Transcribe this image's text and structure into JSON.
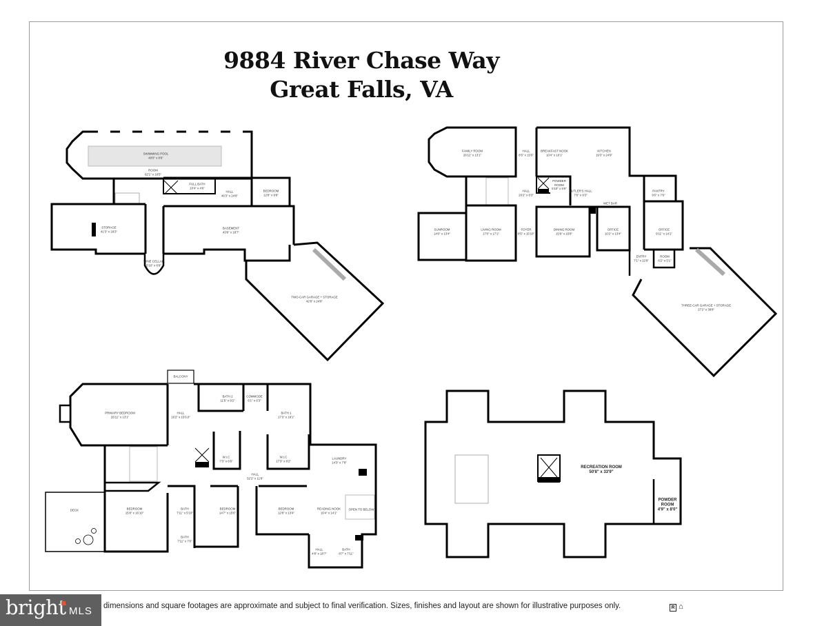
{
  "title": {
    "line1": "9884 River Chase Way",
    "line2": "Great Falls, VA"
  },
  "basement": [
    {
      "name": "SWIMMING POOL",
      "dims": "48'0\" x 8'6\""
    },
    {
      "name": "ROOM",
      "dims": "62'1\" x 16'5\""
    },
    {
      "name": "FULL BATH",
      "dims": "10'4\" x 4'6\""
    },
    {
      "name": "HALL",
      "dims": "46'3\" x 24'8\""
    },
    {
      "name": "BEDROOM",
      "dims": "12'8\" x 9'8\""
    },
    {
      "name": "STORAGE",
      "dims": "41'3\" x 18'3\""
    },
    {
      "name": "BASEMENT",
      "dims": "43'8\" x 18'7\""
    },
    {
      "name": "WINE CELLAR",
      "dims": "5'10\" x 6'9\""
    },
    {
      "name": "TWO-CAR GARAGE + STORAGE",
      "dims": "42'8\" x 24'8\""
    }
  ],
  "main": [
    {
      "name": "FAMILY ROOM",
      "dims": "26'11\" x 13'1\""
    },
    {
      "name": "HALL",
      "dims": "8'5\" x 15'5\""
    },
    {
      "name": "BREAKFAST NOOK",
      "dims": "10'4\" x 10'1\""
    },
    {
      "name": "KITCHEN",
      "dims": "19'3\" x 24'9\""
    },
    {
      "name": "POWDER ROOM",
      "dims": "5'10\" x 5'6\""
    },
    {
      "name": "HALL",
      "dims": "20'2\" x 8'3\""
    },
    {
      "name": "BUTLER'S HALL",
      "dims": "7'6\" x 9'3\""
    },
    {
      "name": "PANTRY",
      "dims": "9'0\" x 7'6\""
    },
    {
      "name": "WET BAR",
      "dims": ""
    },
    {
      "name": "SUNROOM",
      "dims": "14'0\" x 13'4\""
    },
    {
      "name": "LIVING ROOM",
      "dims": "17'0\" x 17'1\""
    },
    {
      "name": "FOYER",
      "dims": "8'5\" x 15'10\""
    },
    {
      "name": "DINING ROOM",
      "dims": "15'9\" x 15'8\""
    },
    {
      "name": "OFFICE",
      "dims": "10'2\" x 13'4\""
    },
    {
      "name": "OFFICE",
      "dims": "9'11\" x 14'1\""
    },
    {
      "name": "ENTRY",
      "dims": "7'1\" x 22'8\""
    },
    {
      "name": "ROOM",
      "dims": "6'2\" x 5'1\""
    },
    {
      "name": "THREE-CAR GARAGE + STORAGE",
      "dims": "27'2\" x 38'8\""
    }
  ],
  "upper": [
    {
      "name": "BALCONY",
      "dims": ""
    },
    {
      "name": "PRIMARY BEDROOM",
      "dims": "26'11\" x 13'1\""
    },
    {
      "name": "HALL",
      "dims": "16'2\" x 15'6.0\""
    },
    {
      "name": "BATH 2",
      "dims": "11'5\" x 9'2\""
    },
    {
      "name": "COMMODE",
      "dims": "6'1\" x 6'3\""
    },
    {
      "name": "BATH 1",
      "dims": "17'3\" x 18'1\""
    },
    {
      "name": "W.I.C",
      "dims": "7'3\" x 6'6\""
    },
    {
      "name": "W.I.C",
      "dims": "17'3\" x 8'2\""
    },
    {
      "name": "LAUNDRY",
      "dims": "14'3\" x 7'8\""
    },
    {
      "name": "HALL",
      "dims": "52'2\" x 11'8\""
    },
    {
      "name": "DECK",
      "dims": ""
    },
    {
      "name": "BEDROOM",
      "dims": "15'8\" x 16'10\""
    },
    {
      "name": "BATH",
      "dims": "7'11\" x 5'10\""
    },
    {
      "name": "BATH",
      "dims": "7'11\" x 7'0\""
    },
    {
      "name": "BEDROOM",
      "dims": "14'7\" x 15'6\""
    },
    {
      "name": "BEDROOM",
      "dims": "12'8\" x 13'4\""
    },
    {
      "name": "READING NOOK",
      "dims": "16'4\" x 14'1\""
    },
    {
      "name": "OPEN TO BELOW",
      "dims": ""
    },
    {
      "name": "HALL",
      "dims": "4'8\" x 18'7\""
    },
    {
      "name": "BATH",
      "dims": "8'7\" x 7'11\""
    }
  ],
  "attic": [
    {
      "name": "RECREATION ROOM",
      "dims": "50'8\" x 33'9\""
    },
    {
      "name": "POWDER ROOM",
      "dims": "4'9\" x 8'0\""
    }
  ],
  "footer": {
    "logo": "bright MLS",
    "logo_word": "bright",
    "logo_suffix": "MLS",
    "disclaimer": "dimensions and square footages are approximate and subject to final verification. Sizes, finishes and layout are shown for illustrative purposes only.",
    "icons": [
      "realtor-icon",
      "equal-housing-icon"
    ]
  }
}
